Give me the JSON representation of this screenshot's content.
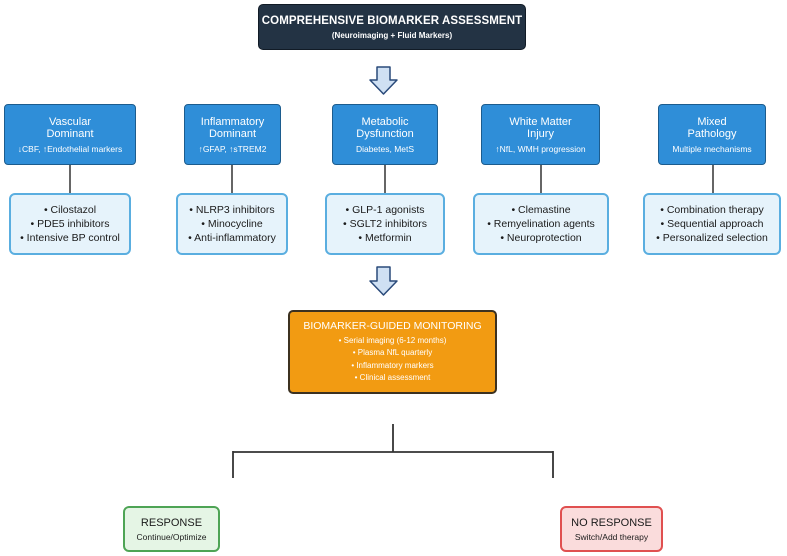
{
  "header": {
    "title": "COMPREHENSIVE BIOMARKER ASSESSMENT",
    "subtitle": "(Neuroimaging + Fluid Markers)"
  },
  "categories": [
    {
      "name_line1": "Vascular",
      "name_line2": "Dominant",
      "markers": "↓CBF, ↑Endothelial markers",
      "treatments": [
        "• Cilostazol",
        "• PDE5 inhibitors",
        "• Intensive BP control"
      ]
    },
    {
      "name_line1": "Inflammatory",
      "name_line2": "Dominant",
      "markers": "↑GFAP, ↑sTREM2",
      "treatments": [
        "• NLRP3 inhibitors",
        "• Minocycline",
        "• Anti-inflammatory"
      ]
    },
    {
      "name_line1": "Metabolic",
      "name_line2": "Dysfunction",
      "markers": "Diabetes, MetS",
      "treatments": [
        "• GLP-1 agonists",
        "• SGLT2 inhibitors",
        "• Metformin"
      ]
    },
    {
      "name_line1": "White Matter",
      "name_line2": "Injury",
      "markers": "↑NfL, WMH progression",
      "treatments": [
        "• Clemastine",
        "• Remyelination agents",
        "• Neuroprotection"
      ]
    },
    {
      "name_line1": "Mixed",
      "name_line2": "Pathology",
      "markers": "Multiple mechanisms",
      "treatments": [
        "• Combination therapy",
        "• Sequential approach",
        "• Personalized selection"
      ]
    }
  ],
  "monitoring": {
    "title": "BIOMARKER-GUIDED MONITORING",
    "items": [
      "• Serial imaging (6-12 months)",
      "• Plasma NfL quarterly",
      "• Inflammatory markers",
      "• Clinical assessment"
    ]
  },
  "outcomes": {
    "response": {
      "title": "RESPONSE",
      "subtitle": "Continue/Optimize"
    },
    "no_response": {
      "title": "NO RESPONSE",
      "subtitle": "Switch/Add therapy"
    }
  },
  "colors": {
    "header_bg": "#233344",
    "category_bg": "#2f8ed8",
    "treatment_bg": "#e6f3fb",
    "treatment_border": "#5aaee0",
    "monitoring_bg": "#f29b12",
    "response_border": "#4ea455",
    "no_response_border": "#e05050",
    "arrow_fill": "#cfe0f3",
    "arrow_stroke": "#2a4a7a"
  }
}
